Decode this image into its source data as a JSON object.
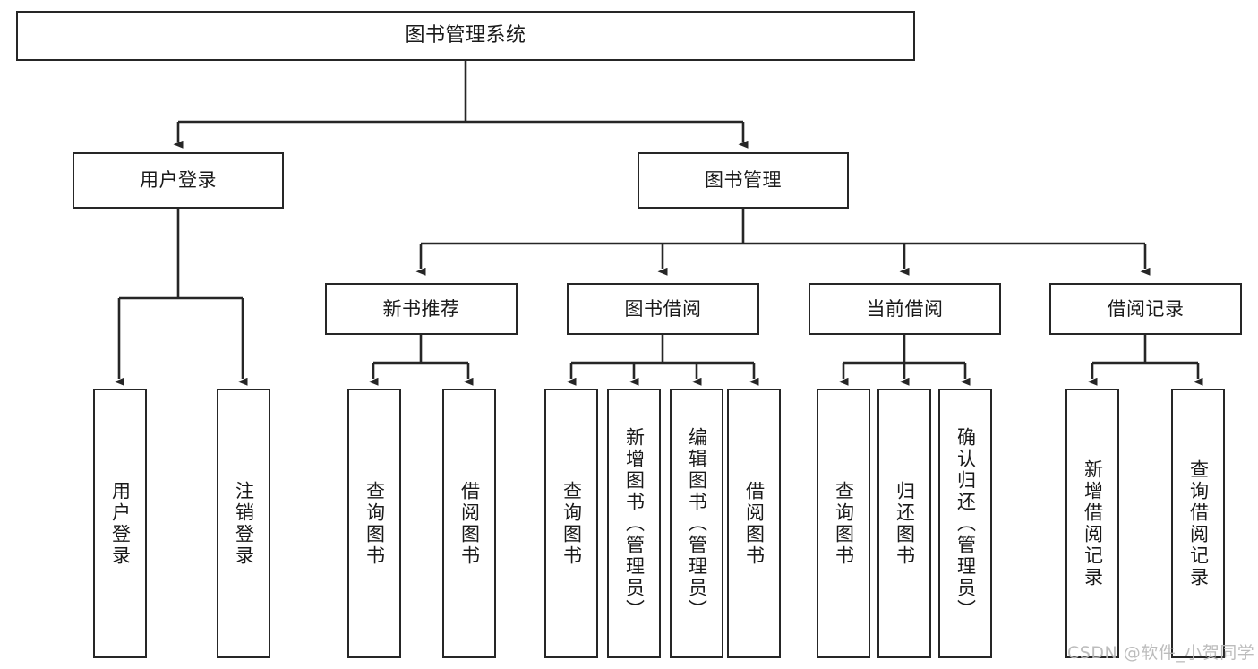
{
  "diagram": {
    "title": "图书管理系统",
    "type": "hierarchy-tree",
    "watermark": "CSDN @软件_小贺同学",
    "colors": {
      "node_border": "#262626",
      "node_fill": "#ffffff",
      "connector": "#262626",
      "text": "#1a1a1a",
      "watermark": "#b9b9b9",
      "background": "#ffffff"
    },
    "nodes": {
      "root": {
        "label": "图书管理系统"
      },
      "level2": [
        {
          "id": "user-login",
          "label": "用户登录"
        },
        {
          "id": "book-management",
          "label": "图书管理"
        }
      ],
      "level3": [
        {
          "id": "new-book-recommend",
          "label": "新书推荐"
        },
        {
          "id": "book-borrow",
          "label": "图书借阅"
        },
        {
          "id": "current-borrow",
          "label": "当前借阅"
        },
        {
          "id": "borrow-record",
          "label": "借阅记录"
        }
      ],
      "leaves": {
        "user-login": [
          {
            "id": "leaf-user-login",
            "label": "用户登录"
          },
          {
            "id": "leaf-user-logout",
            "label": "注销登录"
          }
        ],
        "new-book-recommend": [
          {
            "id": "leaf-query-book-1",
            "label": "查询图书"
          },
          {
            "id": "leaf-borrow-book-1",
            "label": "借阅图书"
          }
        ],
        "book-borrow": [
          {
            "id": "leaf-query-book-2",
            "label": "查询图书"
          },
          {
            "id": "leaf-add-book",
            "label": "新增图书（管理员）"
          },
          {
            "id": "leaf-edit-book",
            "label": "编辑图书（管理员）"
          },
          {
            "id": "leaf-borrow-book-2",
            "label": "借阅图书"
          }
        ],
        "current-borrow": [
          {
            "id": "leaf-query-book-3",
            "label": "查询图书"
          },
          {
            "id": "leaf-return-book",
            "label": "归还图书"
          },
          {
            "id": "leaf-confirm-return",
            "label": "确认归还（管理员）"
          }
        ],
        "borrow-record": [
          {
            "id": "leaf-add-record",
            "label": "新增借阅记录"
          },
          {
            "id": "leaf-query-record",
            "label": "查询借阅记录"
          }
        ]
      }
    }
  }
}
